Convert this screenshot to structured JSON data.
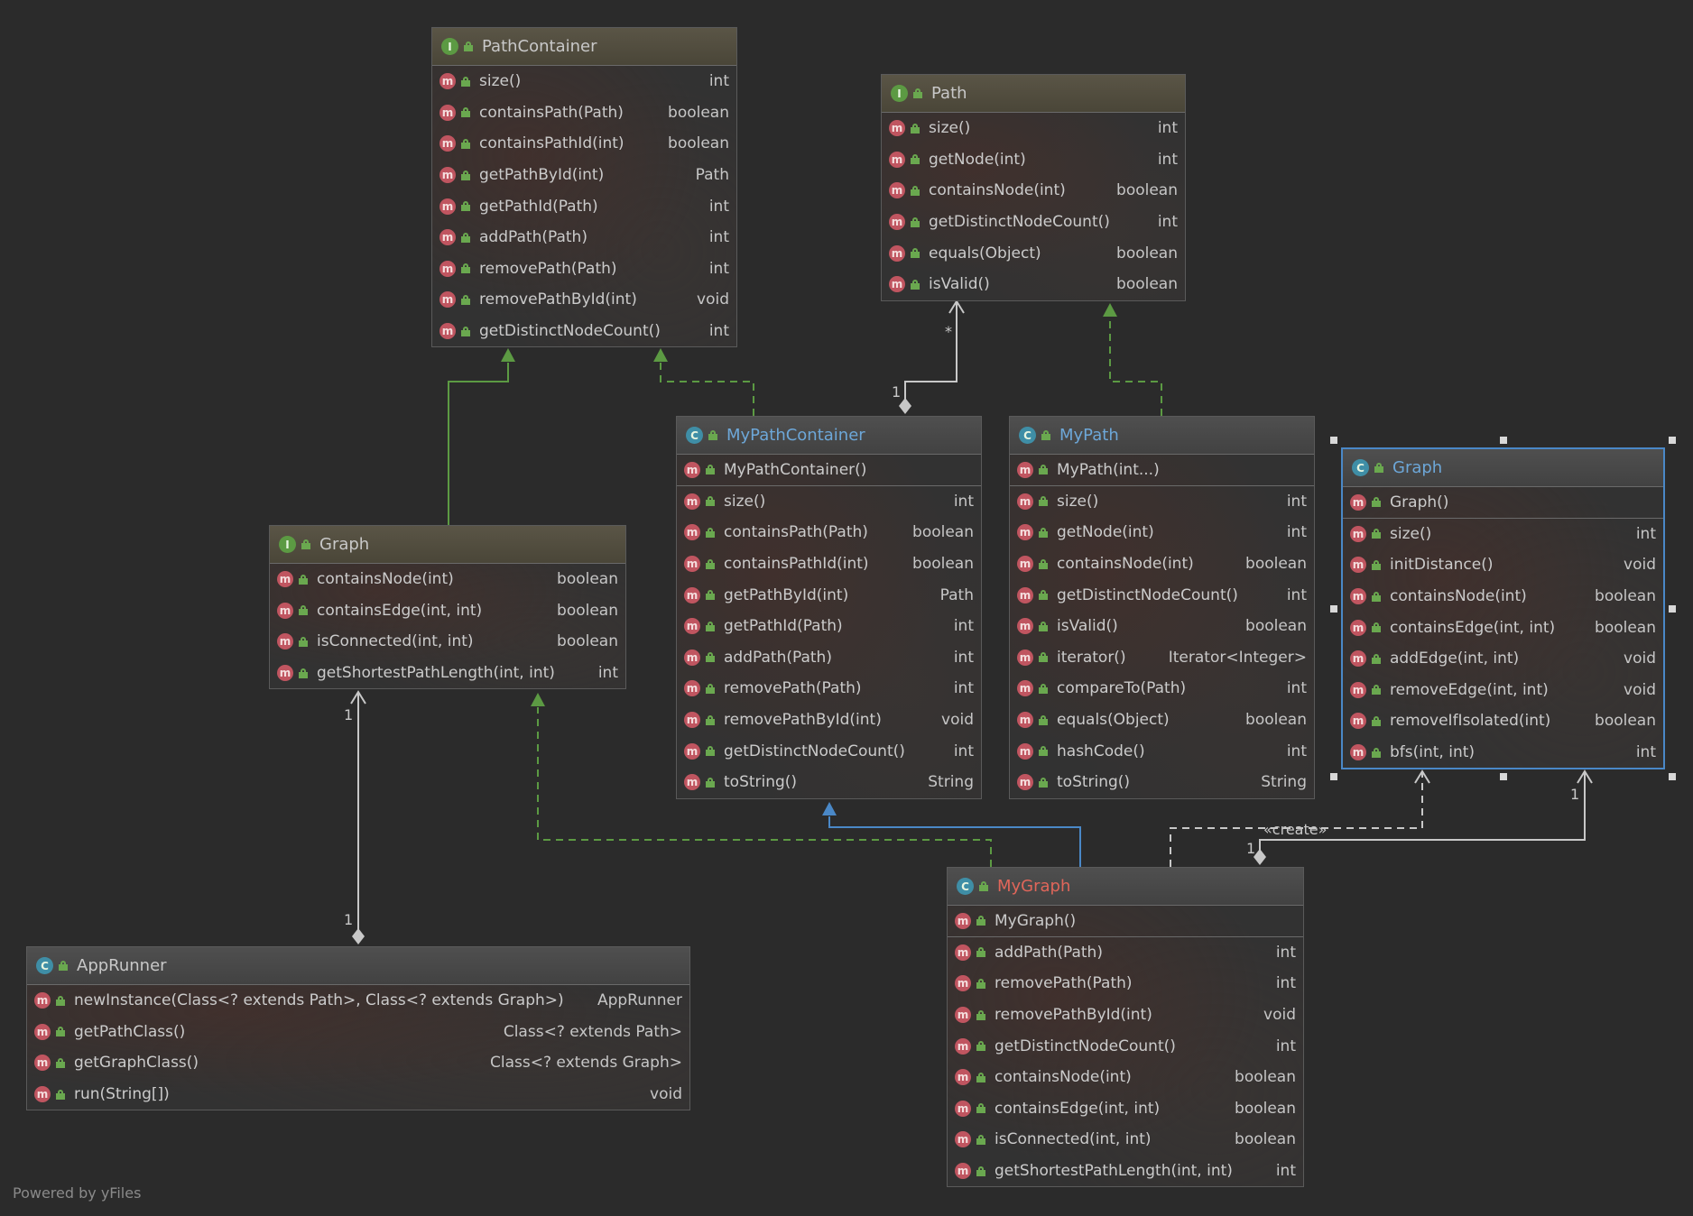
{
  "diagram": {
    "nodes": [
      {
        "key": "pathcontainer",
        "kind": "interface",
        "icon": "interface-icon",
        "title": "PathContainer",
        "title_color": "default",
        "selected": false,
        "members": [
          {
            "name": "size()",
            "type": "int"
          },
          {
            "name": "containsPath(Path)",
            "type": "boolean"
          },
          {
            "name": "containsPathId(int)",
            "type": "boolean"
          },
          {
            "name": "getPathById(int)",
            "type": "Path"
          },
          {
            "name": "getPathId(Path)",
            "type": "int"
          },
          {
            "name": "addPath(Path)",
            "type": "int"
          },
          {
            "name": "removePath(Path)",
            "type": "int"
          },
          {
            "name": "removePathById(int)",
            "type": "void"
          },
          {
            "name": "getDistinctNodeCount()",
            "type": "int"
          }
        ]
      },
      {
        "key": "path",
        "kind": "interface",
        "icon": "interface-icon",
        "title": "Path",
        "title_color": "default",
        "selected": false,
        "members": [
          {
            "name": "size()",
            "type": "int"
          },
          {
            "name": "getNode(int)",
            "type": "int"
          },
          {
            "name": "containsNode(int)",
            "type": "boolean"
          },
          {
            "name": "getDistinctNodeCount()",
            "type": "int"
          },
          {
            "name": "equals(Object)",
            "type": "boolean"
          },
          {
            "name": "isValid()",
            "type": "boolean"
          }
        ]
      },
      {
        "key": "mypathcontainer",
        "kind": "class",
        "icon": "class-icon",
        "title": "MyPathContainer",
        "title_color": "blue",
        "selected": false,
        "constructor": "MyPathContainer()",
        "members": [
          {
            "name": "size()",
            "type": "int"
          },
          {
            "name": "containsPath(Path)",
            "type": "boolean"
          },
          {
            "name": "containsPathId(int)",
            "type": "boolean"
          },
          {
            "name": "getPathById(int)",
            "type": "Path"
          },
          {
            "name": "getPathId(Path)",
            "type": "int"
          },
          {
            "name": "addPath(Path)",
            "type": "int"
          },
          {
            "name": "removePath(Path)",
            "type": "int"
          },
          {
            "name": "removePathById(int)",
            "type": "void"
          },
          {
            "name": "getDistinctNodeCount()",
            "type": "int"
          },
          {
            "name": "toString()",
            "type": "String"
          }
        ]
      },
      {
        "key": "mypath",
        "kind": "class",
        "icon": "class-icon",
        "title": "MyPath",
        "title_color": "blue",
        "selected": false,
        "constructor": "MyPath(int...)",
        "members": [
          {
            "name": "size()",
            "type": "int"
          },
          {
            "name": "getNode(int)",
            "type": "int"
          },
          {
            "name": "containsNode(int)",
            "type": "boolean"
          },
          {
            "name": "getDistinctNodeCount()",
            "type": "int"
          },
          {
            "name": "isValid()",
            "type": "boolean"
          },
          {
            "name": "iterator()",
            "type": "Iterator<Integer>"
          },
          {
            "name": "compareTo(Path)",
            "type": "int"
          },
          {
            "name": "equals(Object)",
            "type": "boolean"
          },
          {
            "name": "hashCode()",
            "type": "int"
          },
          {
            "name": "toString()",
            "type": "String"
          }
        ]
      },
      {
        "key": "graphclass",
        "kind": "class",
        "icon": "class-icon",
        "title": "Graph",
        "title_color": "blue",
        "selected": true,
        "constructor": "Graph()",
        "members": [
          {
            "name": "size()",
            "type": "int"
          },
          {
            "name": "initDistance()",
            "type": "void"
          },
          {
            "name": "containsNode(int)",
            "type": "boolean"
          },
          {
            "name": "containsEdge(int, int)",
            "type": "boolean"
          },
          {
            "name": "addEdge(int, int)",
            "type": "void"
          },
          {
            "name": "removeEdge(int, int)",
            "type": "void"
          },
          {
            "name": "removeIfIsolated(int)",
            "type": "boolean"
          },
          {
            "name": "bfs(int, int)",
            "type": "int"
          }
        ]
      },
      {
        "key": "graphiface",
        "kind": "interface",
        "icon": "interface-icon",
        "title": "Graph",
        "title_color": "default",
        "selected": false,
        "members": [
          {
            "name": "containsNode(int)",
            "type": "boolean"
          },
          {
            "name": "containsEdge(int, int)",
            "type": "boolean"
          },
          {
            "name": "isConnected(int, int)",
            "type": "boolean"
          },
          {
            "name": "getShortestPathLength(int, int)",
            "type": "int"
          }
        ]
      },
      {
        "key": "apprunner",
        "kind": "class",
        "icon": "class-icon",
        "title": "AppRunner",
        "title_color": "default",
        "selected": false,
        "members": [
          {
            "name": "newInstance(Class<? extends Path>, Class<? extends Graph>)",
            "type": "AppRunner"
          },
          {
            "name": "getPathClass()",
            "type": "Class<? extends Path>"
          },
          {
            "name": "getGraphClass()",
            "type": "Class<? extends Graph>"
          },
          {
            "name": "run(String[])",
            "type": "void"
          }
        ]
      },
      {
        "key": "mygraph",
        "kind": "class",
        "icon": "class-icon",
        "title": "MyGraph",
        "title_color": "red",
        "selected": false,
        "constructor": "MyGraph()",
        "members": [
          {
            "name": "addPath(Path)",
            "type": "int"
          },
          {
            "name": "removePath(Path)",
            "type": "int"
          },
          {
            "name": "removePathById(int)",
            "type": "void"
          },
          {
            "name": "getDistinctNodeCount()",
            "type": "int"
          },
          {
            "name": "containsNode(int)",
            "type": "boolean"
          },
          {
            "name": "containsEdge(int, int)",
            "type": "boolean"
          },
          {
            "name": "isConnected(int, int)",
            "type": "boolean"
          },
          {
            "name": "getShortestPathLength(int, int)",
            "type": "int"
          }
        ]
      }
    ],
    "edge_labels": {
      "star": "*",
      "one_path": "1",
      "one_graph_top": "1",
      "one_graph_bottom": "1",
      "one_graphclass": "1",
      "one_mygraph": "1",
      "create": "«create»"
    },
    "method_badge": "m",
    "interface_badge": "I",
    "class_badge": "C",
    "footer": "Powered by yFiles",
    "colors": {
      "background": "#2b2b2b",
      "inherit_green": "#5c9a43",
      "extends_blue": "#4a88c7",
      "association": "#c8c8c8",
      "selection": "#4a88c7"
    }
  }
}
